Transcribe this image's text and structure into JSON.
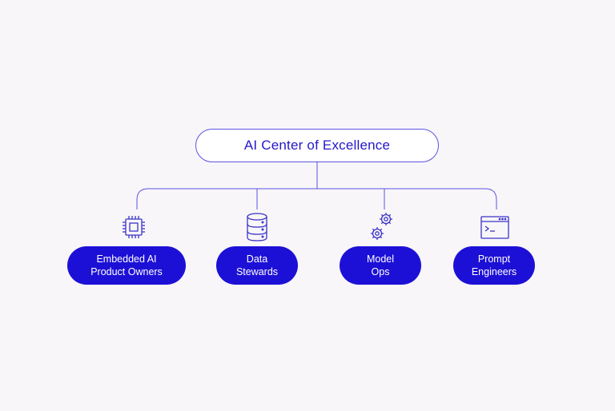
{
  "title": "AI Center of Excellence",
  "colors": {
    "background": "#f8f6f8",
    "accent": "#1d10d6",
    "line": "#5b54e0",
    "text_on_accent": "#ffffff"
  },
  "roles": [
    {
      "line1": "Embedded AI",
      "line2": "Product Owners",
      "icon": "chip-icon"
    },
    {
      "line1": "Data",
      "line2": "Stewards",
      "icon": "database-icon"
    },
    {
      "line1": "Model",
      "line2": "Ops",
      "icon": "gears-icon"
    },
    {
      "line1": "Prompt",
      "line2": "Engineers",
      "icon": "terminal-window-icon"
    }
  ]
}
